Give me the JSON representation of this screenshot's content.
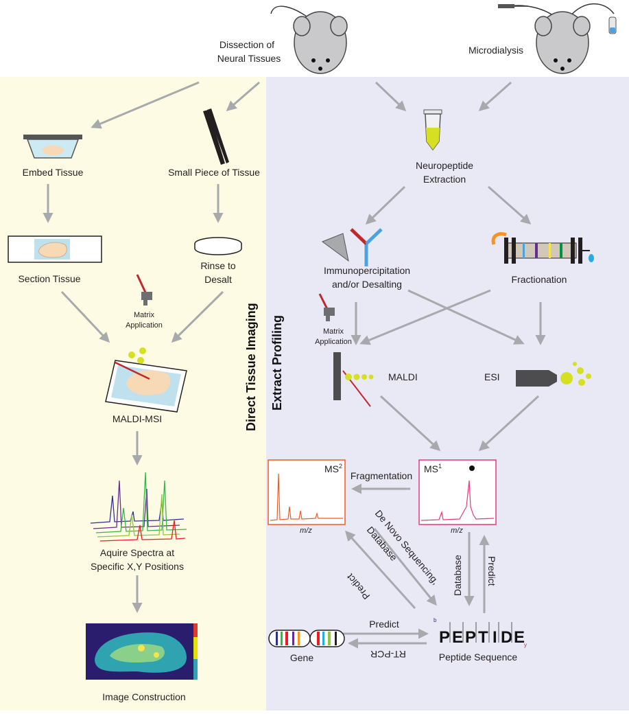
{
  "colors": {
    "left_panel": "#fdfbe4",
    "right_panel": "#e9e8f5",
    "arrow": "#a7a9ac",
    "matrix_yellow": "#d7df23",
    "ms2_frame": "#f15a24",
    "ms1_frame": "#e8387a",
    "antibody_red": "#c1272d",
    "antibody_blue": "#4aa3df"
  },
  "top": {
    "dissection": [
      "Dissection of",
      "Neural Tissues"
    ],
    "microdialysis": "Microdialysis"
  },
  "sections": {
    "direct_imaging": "Direct Tissue Imaging",
    "extract_profiling": "Extract Profiling"
  },
  "left": {
    "embed": "Embed Tissue",
    "small_piece": "Small Piece of Tissue",
    "section": "Section Tissue",
    "rinse": [
      "Rinse to",
      "Desalt"
    ],
    "matrix": [
      "Matrix",
      "Application"
    ],
    "maldi_msi": "MALDI-MSI",
    "acquire": [
      "Aquire Spectra at",
      "Specific X,Y Positions"
    ],
    "image": "Image Construction"
  },
  "right": {
    "extraction": [
      "Neuropeptide",
      "Extraction"
    ],
    "immuno": [
      "Immunopercipitation",
      "and/or Desalting"
    ],
    "fractionation": "Fractionation",
    "matrix": [
      "Matrix",
      "Application"
    ],
    "maldi": "MALDI",
    "esi": "ESI",
    "ms2": "MS",
    "ms2_sup": "2",
    "ms1": "MS",
    "ms1_sup": "1",
    "mz": "m/z",
    "fragmentation": "Fragmentation",
    "denovo": [
      "De Novo Sequencing,",
      "Database"
    ],
    "predict": "Predict",
    "database": "Database",
    "rtpcr": "RT-PCR",
    "gene": "Gene",
    "peptide_seq": "Peptide Sequence",
    "peptide_letters": [
      "P",
      "E",
      "P",
      "T",
      "I",
      "D",
      "E"
    ],
    "ion_b": "b",
    "ion_y": "y"
  }
}
